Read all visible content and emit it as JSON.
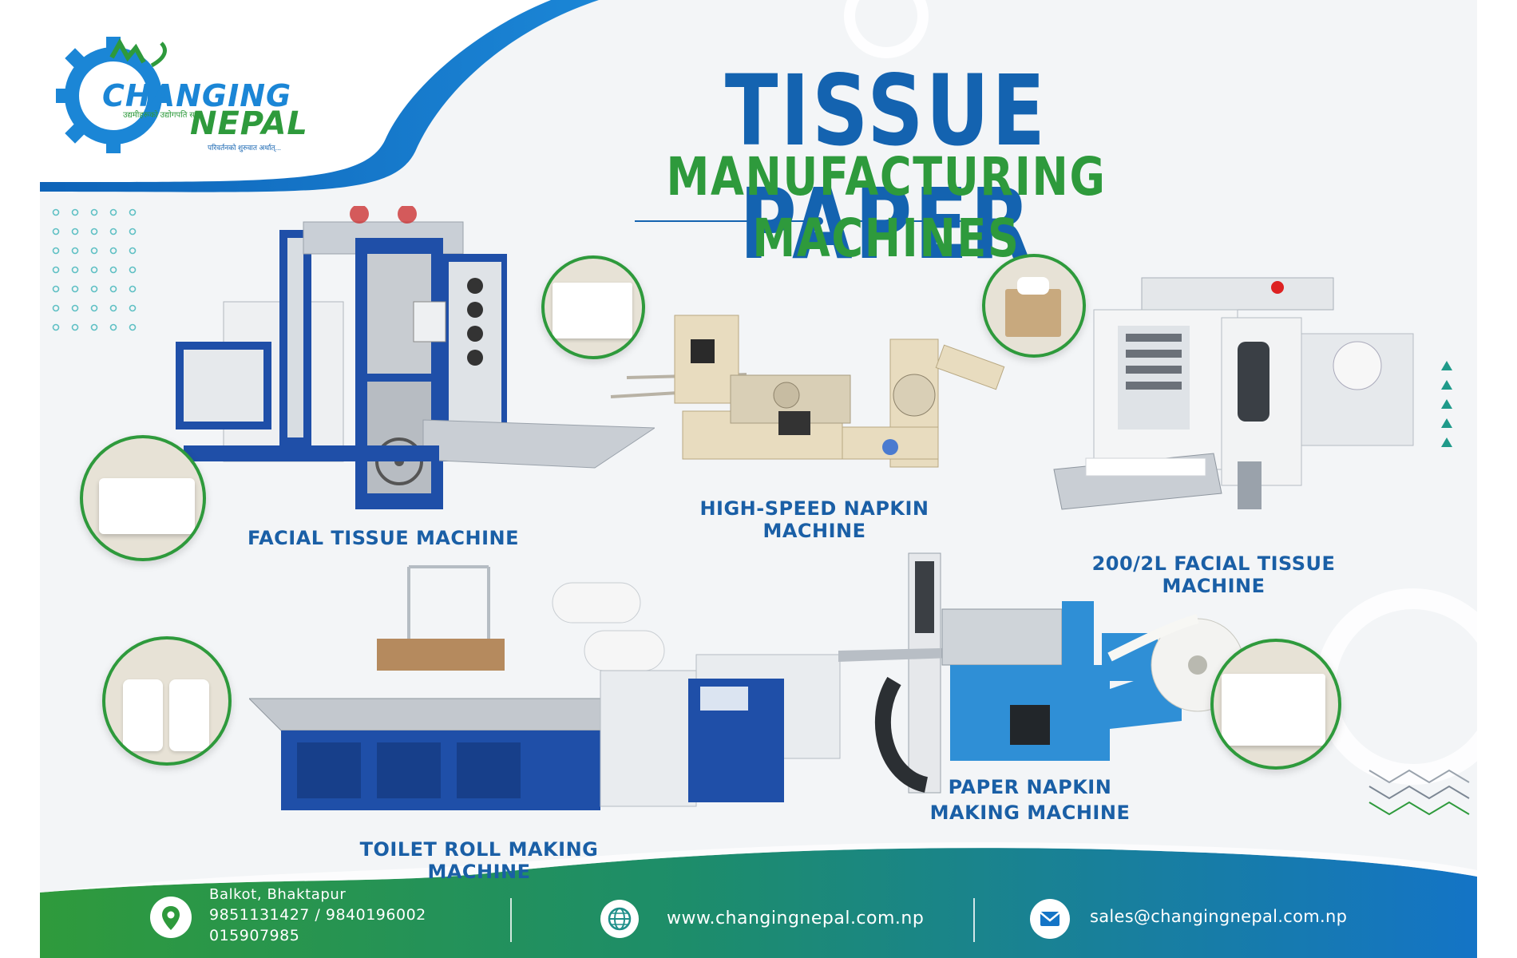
{
  "brand": {
    "name_line1": "CHANGING",
    "name_line2": "NEPAL",
    "tagline1": "उद्यमीहरूको उद्योगपति सम्म",
    "tagline2": "परिवर्तनको शुरुवात अर्थात्..."
  },
  "title": {
    "line1": "TISSUE PAPER",
    "line2": "MANUFACTURING MACHINES"
  },
  "machines": [
    {
      "label": "FACIAL TISSUE MACHINE"
    },
    {
      "label": "HIGH-SPEED NAPKIN MACHINE"
    },
    {
      "label": "200/2L FACIAL TISSUE MACHINE"
    },
    {
      "label": "TOILET ROLL MAKING MACHINE"
    },
    {
      "label_line1": "PAPER NAPKIN",
      "label_line2": "MAKING MACHINE"
    }
  ],
  "footer": {
    "address": "Balkot, Bhaktapur",
    "phones": "9851131427 / 9840196002",
    "landline": "015907985",
    "website": "www.changingnepal.com.np",
    "email": "sales@changingnepal.com.np",
    "icons": [
      "location-pin-icon",
      "globe-icon",
      "email-icon"
    ]
  },
  "colors": {
    "brand_blue": "#1463b0",
    "brand_green": "#2e9a3c",
    "machine_blue": "#1f4fa8",
    "machine_cyan": "#2f8fd6"
  }
}
